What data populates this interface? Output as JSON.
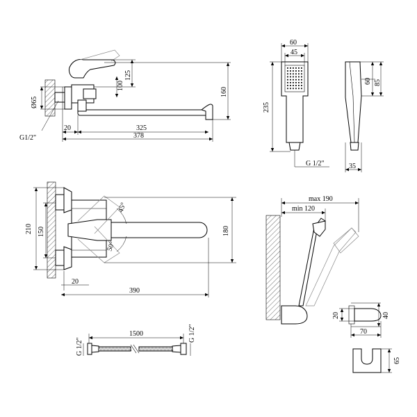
{
  "side_view": {
    "d_outer": "Ø65",
    "h_100": "100",
    "h_125": "125",
    "h_160": "160",
    "w_20": "20",
    "w_325": "325",
    "w_378": "378",
    "thread": "G1/2\""
  },
  "hand_shower_front": {
    "w_60": "60",
    "w_45": "45",
    "h_235": "235",
    "thread": "G 1/2\""
  },
  "hand_shower_side": {
    "h_60": "60",
    "h_85": "85",
    "w_35": "35"
  },
  "top_view": {
    "h_210": "210",
    "h_150": "150",
    "w_20": "20",
    "w_390": "390",
    "h_180": "180",
    "angle_45": "45°",
    "angle_50": "50°"
  },
  "holder_view": {
    "max": "max 190",
    "min": "min 120"
  },
  "hose": {
    "length": "1500",
    "thread_left": "G 1/2\"",
    "thread_right": "G 1/2\""
  },
  "bracket": {
    "h_20": "20",
    "h_40": "40",
    "w_70": "70",
    "h_65": "65"
  }
}
